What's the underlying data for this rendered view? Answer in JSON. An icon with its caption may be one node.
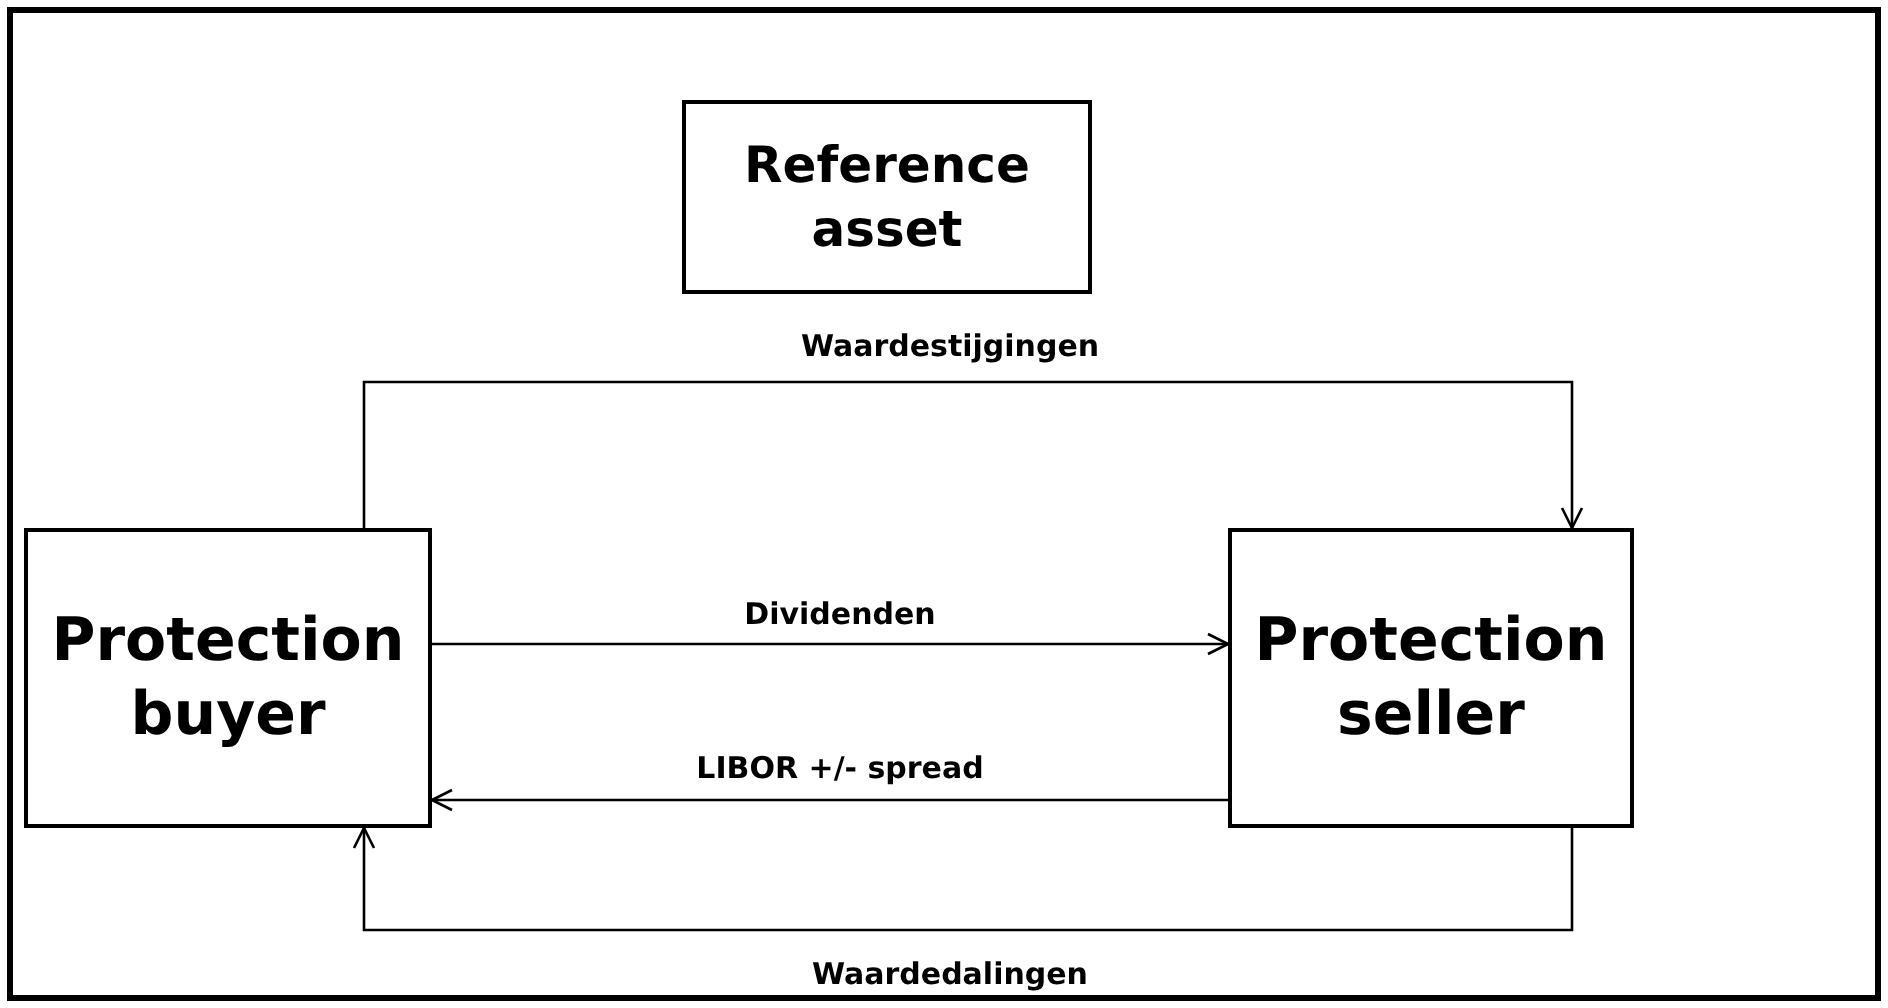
{
  "diagram": {
    "nodes": [
      {
        "text": [
          "Reference asset"
        ]
      },
      {
        "text": [
          "Protection buyer"
        ]
      },
      {
        "text": [
          "Protection seller"
        ]
      }
    ],
    "edges": [
      {
        "from": 1,
        "to": 2,
        "arrow": "to",
        "label": "Waardestijgingen"
      },
      {
        "from": 1,
        "to": 2,
        "arrow": "to",
        "label": "Dividenden"
      },
      {
        "from": 2,
        "to": 1,
        "arrow": "to",
        "label": "LIBOR +/- spread"
      },
      {
        "from": 2,
        "to": 1,
        "arrow": "to",
        "label": "Waardedalingen"
      }
    ]
  }
}
